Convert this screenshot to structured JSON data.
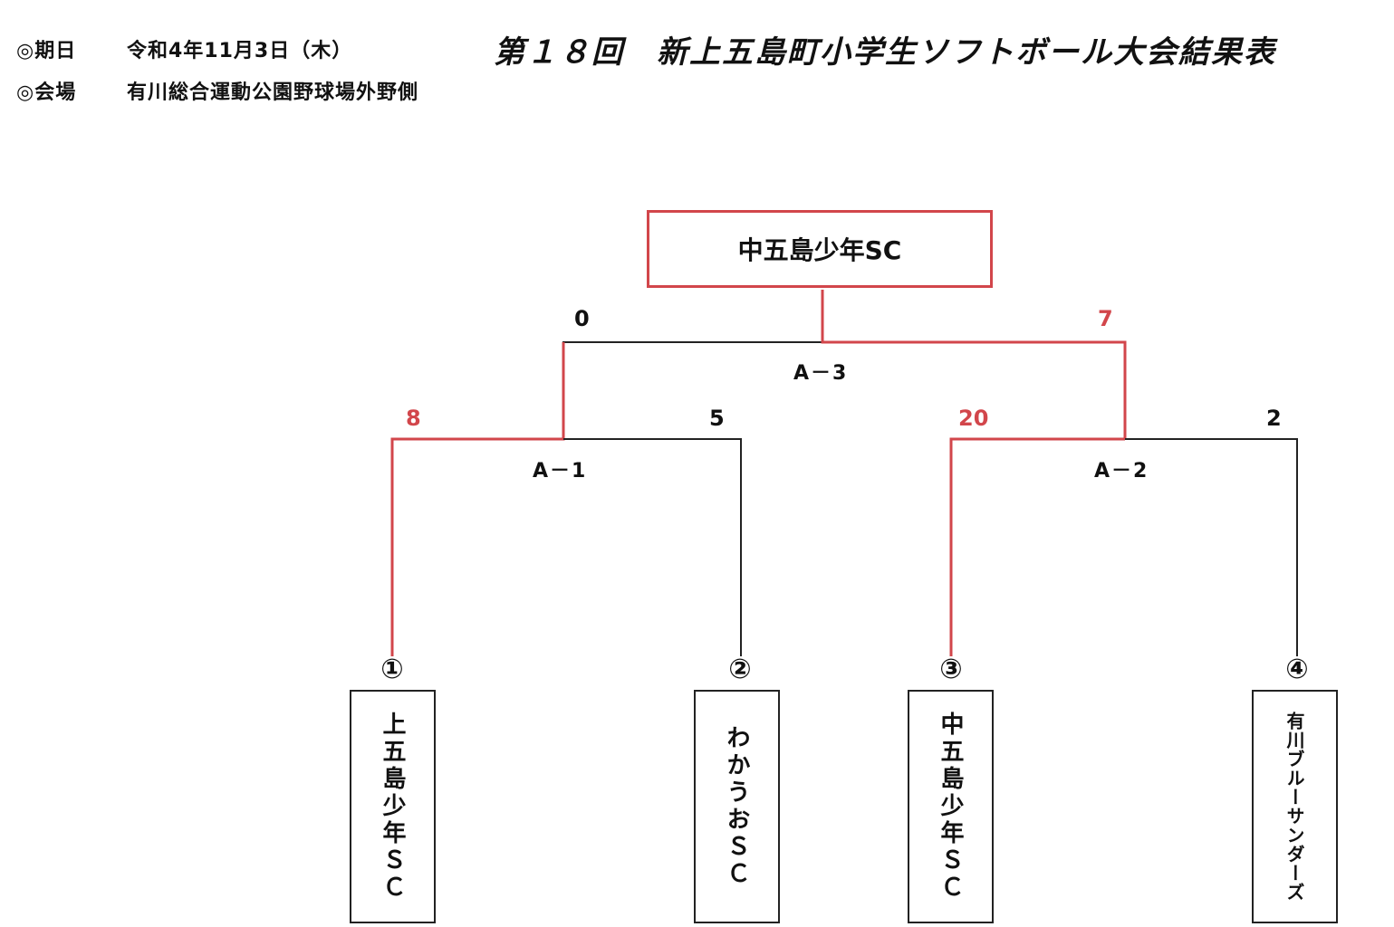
{
  "header": {
    "date_label": "◎期日",
    "date_value": "令和4年11月3日（木）",
    "venue_label": "◎会場",
    "venue_value": "有川総合運動公園野球場外野側",
    "title": "第１８回　新上五島町小学生ソフトボール大会結果表"
  },
  "bracket": {
    "champion": "中五島少年SC",
    "final": {
      "name": "A－3",
      "left_score": "0",
      "right_score": "7"
    },
    "semi_left": {
      "name": "A－1",
      "left_score": "8",
      "right_score": "5"
    },
    "semi_right": {
      "name": "A－2",
      "left_score": "20",
      "right_score": "2"
    },
    "teams": [
      {
        "seed": "①",
        "name": "上五島少年ＳＣ"
      },
      {
        "seed": "②",
        "name": "わかうおＳＣ"
      },
      {
        "seed": "③",
        "name": "中五島少年ＳＣ"
      },
      {
        "seed": "④",
        "name": "有川ブルーサンダーズ"
      }
    ],
    "colors": {
      "winner_line": "#d2464b",
      "loser_line": "#222222"
    }
  }
}
